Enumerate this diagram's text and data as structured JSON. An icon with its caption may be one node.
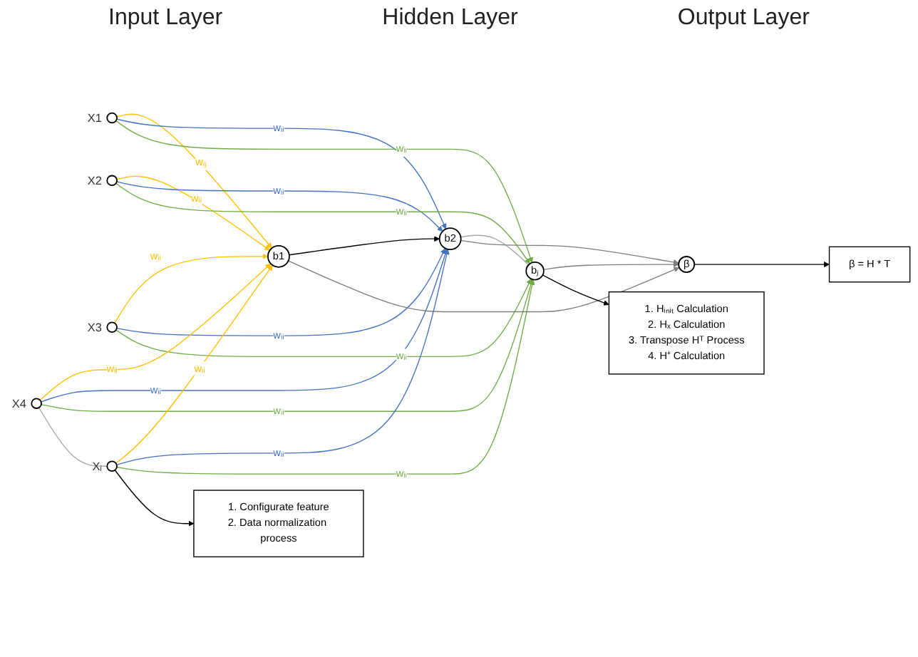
{
  "diagram": {
    "nodes": [
      {
        "text": [],
        "shape": "circle",
        "beside": [
          "X1"
        ]
      },
      {
        "text": [],
        "shape": "circle",
        "beside": [
          "X2"
        ]
      },
      {
        "text": [],
        "shape": "circle",
        "beside": [
          "X3"
        ]
      },
      {
        "text": [],
        "shape": "circle",
        "beside": [
          "X4"
        ]
      },
      {
        "text": [],
        "shape": "circle",
        "beside": [
          "Xᵢ"
        ]
      },
      {
        "text": [
          "b1"
        ]
      },
      {
        "text": [
          "b2"
        ]
      },
      {
        "text": [
          "bⱼ"
        ]
      },
      {
        "text": [
          "β"
        ]
      },
      {
        "text": [
          "β = H * T"
        ]
      },
      {
        "text": [
          "1. Configurate feature",
          "2. Data normalization process"
        ]
      },
      {
        "text": [
          "1. Hᵢₙᵢₜ Calculation",
          "2. Hₓ Calculation",
          "3. Transpose Hᵀ Process",
          "4. H⁺ Calculation"
        ]
      }
    ],
    "edges": [
      {
        "from": 0,
        "to": 5,
        "arrow": "to",
        "label": "wᵢⱼ",
        "color": "#ffc000"
      },
      {
        "from": 0,
        "to": 6,
        "arrow": "to",
        "label": "wᵢᵢ",
        "color": "#4472c4"
      },
      {
        "from": 0,
        "to": 7,
        "arrow": "to",
        "label": "wᵢᵢ",
        "color": "#70ad47"
      },
      {
        "from": 1,
        "to": 5,
        "arrow": "to",
        "label": "wᵢᵢ",
        "color": "#ffc000"
      },
      {
        "from": 1,
        "to": 6,
        "arrow": "to",
        "label": "wᵢᵢ",
        "color": "#4472c4"
      },
      {
        "from": 1,
        "to": 7,
        "arrow": "to",
        "label": "wᵢᵢ",
        "color": "#70ad47"
      },
      {
        "from": 2,
        "to": 5,
        "arrow": "to",
        "label": "wᵢᵢ",
        "color": "#ffc000"
      },
      {
        "from": 2,
        "to": 6,
        "arrow": "to",
        "label": "wᵢᵢ",
        "color": "#4472c4"
      },
      {
        "from": 2,
        "to": 7,
        "arrow": "to",
        "label": "wᵢᵢ",
        "color": "#70ad47"
      },
      {
        "from": 3,
        "to": 5,
        "arrow": "to",
        "label": "wᵢᵢ",
        "color": "#ffc000"
      },
      {
        "from": 3,
        "to": 6,
        "arrow": "to",
        "label": "wᵢᵢ",
        "color": "#4472c4"
      },
      {
        "from": 3,
        "to": 7,
        "arrow": "to",
        "label": "wᵢᵢ",
        "color": "#70ad47"
      },
      {
        "from": 4,
        "to": 5,
        "arrow": "to",
        "label": "wᵢᵢ",
        "color": "#ffc000"
      },
      {
        "from": 4,
        "to": 6,
        "arrow": "to",
        "label": "wᵢᵢ",
        "color": "#4472c4"
      },
      {
        "from": 4,
        "to": 7,
        "arrow": "to",
        "label": "wᵢᵢ",
        "color": "#70ad47"
      },
      {
        "from": 3,
        "to": 4,
        "arrow": "none",
        "color": "#a6a6a6"
      },
      {
        "from": 5,
        "to": 6,
        "arrow": "to",
        "color": "#000000"
      },
      {
        "from": 6,
        "to": 7,
        "arrow": "none",
        "color": "#a6a6a6"
      },
      {
        "from": 5,
        "to": 8,
        "arrow": "to",
        "color": "#7f7f7f"
      },
      {
        "from": 6,
        "to": 8,
        "arrow": "to",
        "color": "#7f7f7f"
      },
      {
        "from": 7,
        "to": 8,
        "arrow": "to",
        "color": "#7f7f7f"
      },
      {
        "from": 8,
        "to": 9,
        "arrow": "to",
        "color": "#000000"
      },
      {
        "from": 4,
        "to": 10,
        "arrow": "to",
        "color": "#000000"
      },
      {
        "from": 7,
        "to": 11,
        "arrow": "to",
        "color": "#000000"
      }
    ],
    "labels": [
      "Input Layer",
      "Hidden Layer",
      "Output Layer"
    ]
  }
}
